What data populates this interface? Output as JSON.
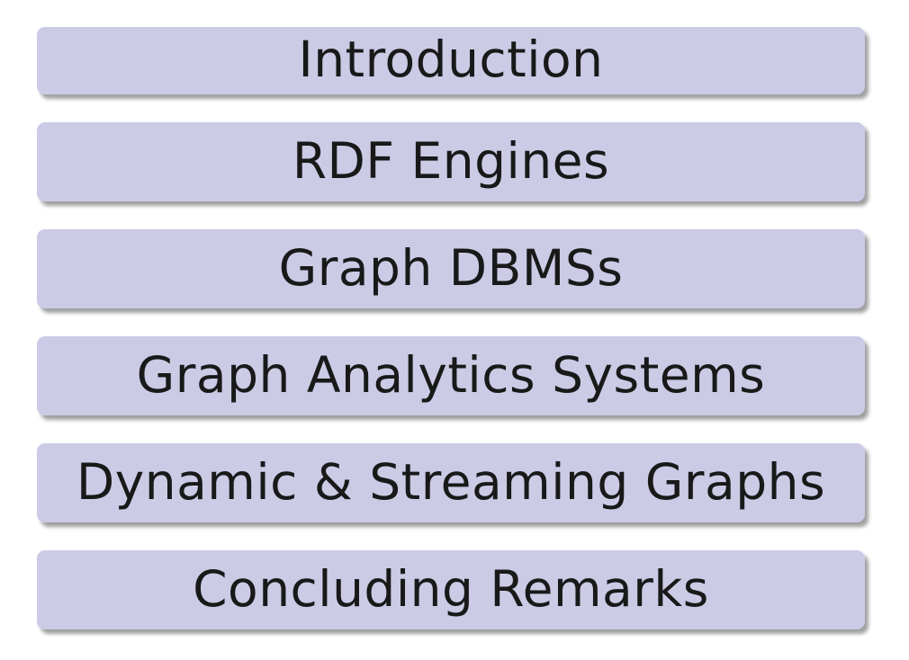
{
  "outline": {
    "sections": [
      {
        "label": "Introduction"
      },
      {
        "label": "RDF Engines"
      },
      {
        "label": "Graph DBMSs"
      },
      {
        "label": "Graph Analytics Systems"
      },
      {
        "label": "Dynamic & Streaming Graphs"
      },
      {
        "label": "Concluding Remarks"
      }
    ]
  },
  "colors": {
    "box_fill": "#cbcbe6",
    "text": "#191919",
    "background": "#ffffff"
  }
}
